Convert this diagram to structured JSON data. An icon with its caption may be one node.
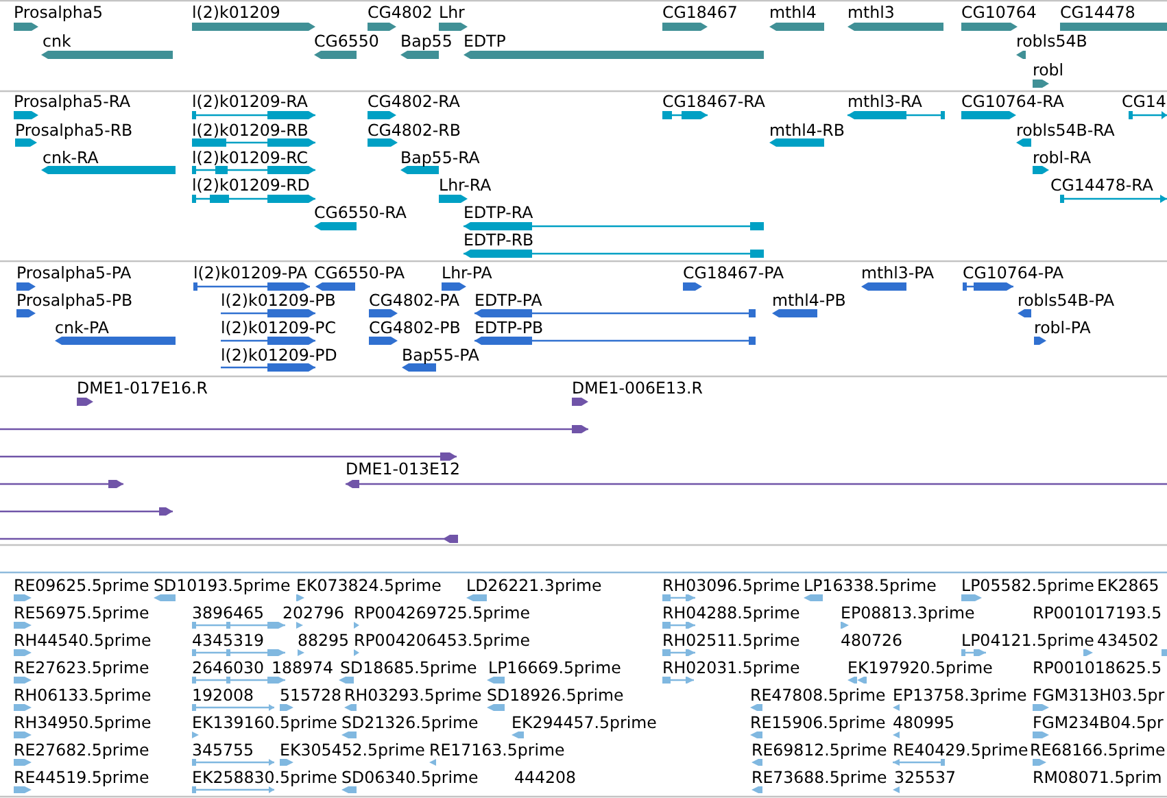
{
  "diagram": {
    "labels": [
      "Prosalpha5",
      "l(2)k01209",
      "CG4802",
      "Lhr",
      "CG18467",
      "mthl4",
      "mthl3",
      "CG10764",
      "CG14478",
      "cnk",
      "CG6550",
      "Bap55",
      "EDTP",
      "robls54B",
      "robl",
      "Prosalpha5-RA",
      "l(2)k01209-RA",
      "CG4802-RA",
      "CG18467-RA",
      "mthl3-RA",
      "CG10764-RA",
      "CG14",
      "Prosalpha5-RB",
      "l(2)k01209-RB",
      "CG4802-RB",
      "mthl4-RB",
      "robls54B-RA",
      "cnk-RA",
      "l(2)k01209-RC",
      "Bap55-RA",
      "robl-RA",
      "l(2)k01209-RD",
      "Lhr-RA",
      "CG14478-RA",
      "CG6550-RA",
      "EDTP-RA",
      "EDTP-RB",
      "Prosalpha5-PA",
      "l(2)k01209-PA",
      "CG6550-PA",
      "Lhr-PA",
      "CG18467-PA",
      "mthl3-PA",
      "CG10764-PA",
      "Prosalpha5-PB",
      "l(2)k01209-PB",
      "CG4802-PA",
      "EDTP-PA",
      "mthl4-PB",
      "robls54B-PA",
      "cnk-PA",
      "l(2)k01209-PC",
      "CG4802-PB",
      "EDTP-PB",
      "robl-PA",
      "l(2)k01209-PD",
      "Bap55-PA",
      "DME1-017E16.R",
      "DME1-006E13.R",
      "DME1-013E12",
      "RE09625.5prime",
      "SD10193.5prime",
      "EK073824.5prime",
      "LD26221.3prime",
      "RH03096.5prime",
      "LP16338.5prime",
      "LP05582.5prime",
      "EK2865",
      "RE56975.5prime",
      "3896465",
      "202796",
      "RP004269725.5prime",
      "RH04288.5prime",
      "EP08813.3prime",
      "RP001017193.5",
      "RH44540.5prime",
      "4345319",
      "88295",
      "RP004206453.5prime",
      "RH02511.5prime",
      "480726",
      "LP04121.5prime",
      "434502",
      "RE27623.5prime",
      "2646030",
      "188974",
      "SD18685.5prime",
      "LP16669.5prime",
      "RH02031.5prime",
      "EK197920.5prime",
      "RP001018625.5",
      "RH06133.5prime",
      "192008",
      "515728",
      "RH03293.5prime",
      "SD18926.5prime",
      "RE47808.5prime",
      "EP13758.3prime",
      "FGM313H03.5pr",
      "RH34950.5prime",
      "EK139160.5prime",
      "SD21326.5prime",
      "EK294457.5prime",
      "RE15906.5prime",
      "480995",
      "FGM234B04.5pr",
      "RE27682.5prime",
      "345755",
      "EK305452.5prime",
      "RE17163.5prime",
      "RE69812.5prime",
      "RE40429.5prime",
      "RE68166.5prime",
      "RE44519.5prime",
      "EK258830.5prime",
      "SD06340.5prime",
      "444208",
      "RE73688.5prime",
      "325537",
      "RM08071.5prim"
    ]
  }
}
